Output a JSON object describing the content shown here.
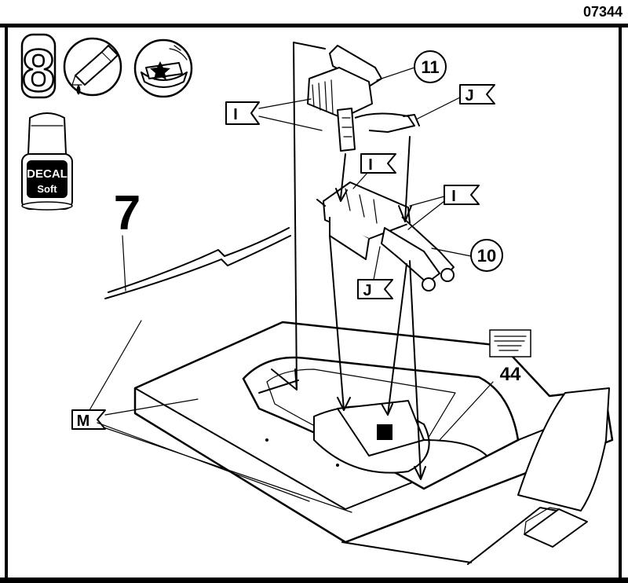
{
  "sheet_code": "07344",
  "step": {
    "number": "8"
  },
  "paint": {
    "bottle_line1": "DECAL",
    "bottle_line2": "Soft"
  },
  "icons": {
    "glue": "glue-tube-icon",
    "decal": "decal-water-dish-icon",
    "paint": "paint-bottle-icon"
  },
  "callouts": {
    "part_11": "11",
    "part_10": "10",
    "part_7": "7",
    "part_44": "44",
    "label_I_1": "I",
    "label_I_2": "I",
    "label_I_3": "I",
    "label_J_1": "J",
    "label_J_2": "J",
    "label_M": "M"
  }
}
